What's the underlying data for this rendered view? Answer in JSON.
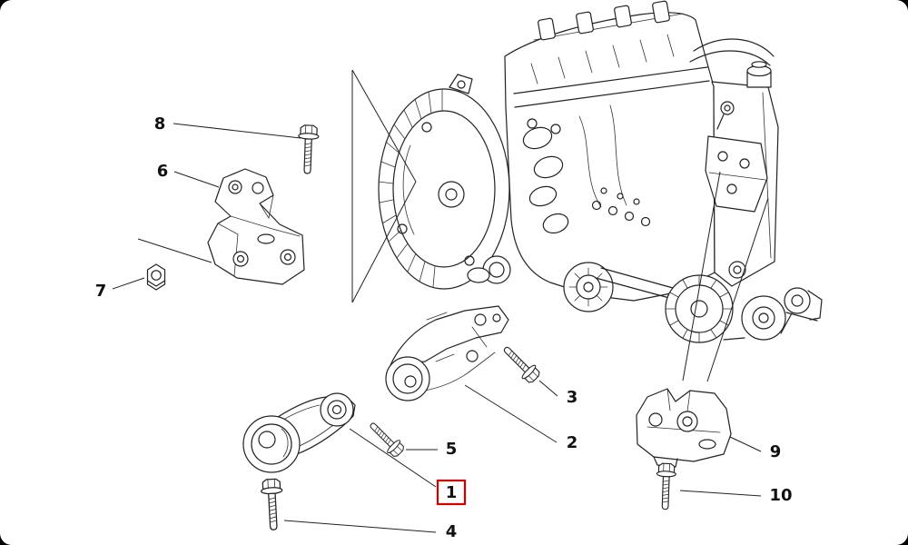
{
  "page": {
    "frame_color": "#000000",
    "canvas_color": "#ffffff"
  },
  "diagram": {
    "line_color": "#222222",
    "highlight_color": "#d40000",
    "labels": [
      {
        "text": "1",
        "highlighted": true
      },
      {
        "text": "2",
        "highlighted": false
      },
      {
        "text": "3",
        "highlighted": false
      },
      {
        "text": "4",
        "highlighted": false
      },
      {
        "text": "5",
        "highlighted": false
      },
      {
        "text": "6",
        "highlighted": false
      },
      {
        "text": "7",
        "highlighted": false
      },
      {
        "text": "8",
        "highlighted": false
      },
      {
        "text": "9",
        "highlighted": false
      },
      {
        "text": "10",
        "highlighted": false
      }
    ]
  }
}
